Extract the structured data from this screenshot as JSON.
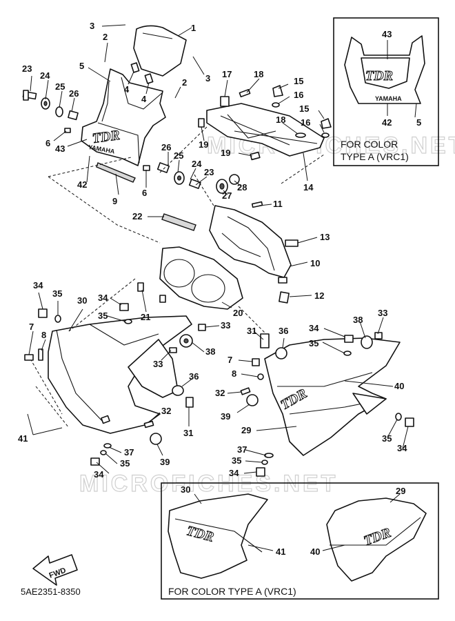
{
  "diagram": {
    "callouts": {
      "c1": "1",
      "c2a": "2",
      "c2b": "2",
      "c3a": "3",
      "c3b": "3",
      "c4a": "4",
      "c4b": "4",
      "c5": "5",
      "c6a": "6",
      "c6b": "6",
      "c7a": "7",
      "c7b": "7",
      "c8a": "8",
      "c8b": "8",
      "c9": "9",
      "c10": "10",
      "c11": "11",
      "c12": "12",
      "c13": "13",
      "c14": "14",
      "c15a": "15",
      "c15b": "15",
      "c16a": "16",
      "c16b": "16",
      "c17": "17",
      "c18a": "18",
      "c18b": "18",
      "c19a": "19",
      "c19b": "19",
      "c20": "20",
      "c21": "21",
      "c22": "22",
      "c23a": "23",
      "c23b": "23",
      "c24a": "24",
      "c24b": "24",
      "c25a": "25",
      "c25b": "25",
      "c26a": "26",
      "c26b": "26",
      "c27": "27",
      "c28": "28",
      "c29a": "29",
      "c29b": "29",
      "c30a": "30",
      "c30b": "30",
      "c31a": "31",
      "c31b": "31",
      "c32a": "32",
      "c32b": "32",
      "c33a": "33",
      "c33b": "33",
      "c33c": "33",
      "c34a": "34",
      "c34b": "34",
      "c34c": "34",
      "c34d": "34",
      "c34e": "34",
      "c34f": "34",
      "c35a": "35",
      "c35b": "35",
      "c35c": "35",
      "c35d": "35",
      "c35e": "35",
      "c35f": "35",
      "c36a": "36",
      "c36b": "36",
      "c37a": "37",
      "c37b": "37",
      "c38a": "38",
      "c38b": "38",
      "c39a": "39",
      "c39b": "39",
      "c40a": "40",
      "c40b": "40",
      "c41a": "41",
      "c41b": "41",
      "c42a": "42",
      "c42b": "42",
      "c43a": "43",
      "c43b": "43",
      "c5b": "5"
    },
    "inset_top": {
      "caption_line1": "FOR COLOR",
      "caption_line2": "TYPE A (VRC1)",
      "brand": "YAMAHA",
      "logo": "TDR"
    },
    "inset_bottom": {
      "caption": "FOR COLOR TYPE A (VRC1)",
      "logo": "TDR"
    },
    "main": {
      "brand": "YAMAHA",
      "logo_front": "TDR",
      "logo_side": "TDR"
    },
    "fwd_label": "FWD",
    "drawing_code": "5AE2351-8350",
    "watermark": "MICROFICHES.NET"
  }
}
